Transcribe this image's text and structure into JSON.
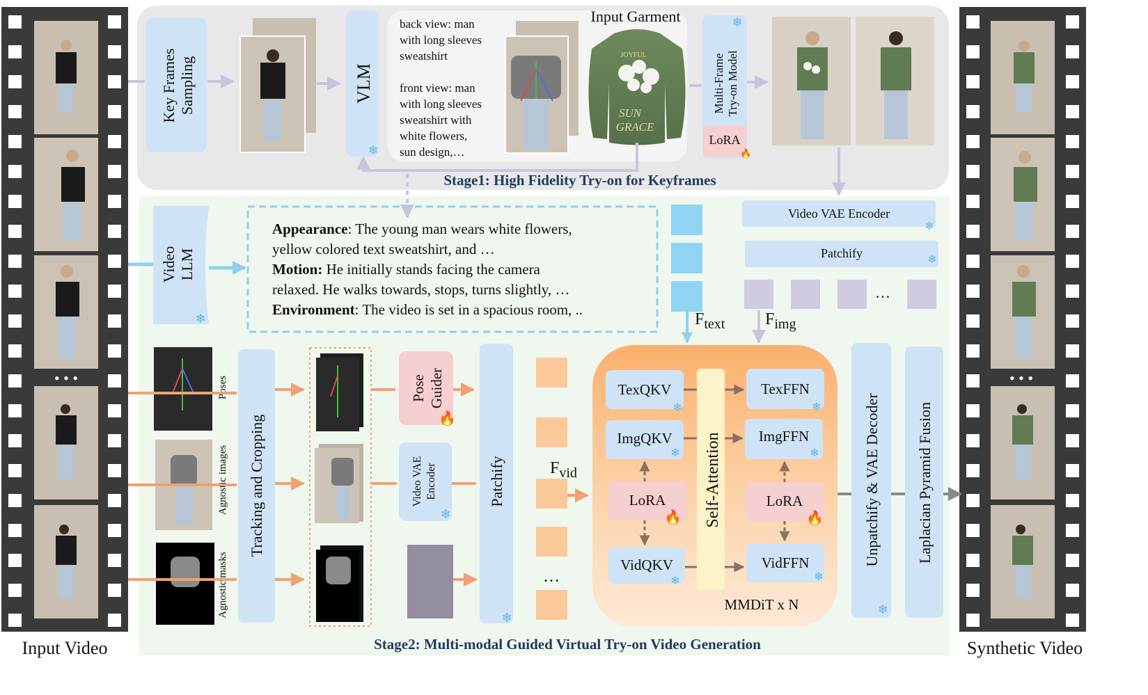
{
  "film": {
    "left_caption": "Input Video",
    "right_caption": "Synthetic Video",
    "ellipsis": "• • •"
  },
  "stage1": {
    "title": "Stage1: High Fidelity Try-on for Keyframes",
    "key_frames_sampling": "Key Frames Sampling",
    "vlm": "VLM",
    "vlm_text": [
      "back view: man",
      "with long sleeves",
      "sweatshirt",
      "",
      "front view:  man",
      "with long sleeves",
      "sweatshirt with",
      "white flowers,",
      "sun design,…"
    ],
    "input_garment": "Input Garment",
    "garment_print": [
      "JOYFUL",
      "SUN",
      "GRACE"
    ],
    "multi_frame": [
      "Multi-Frame",
      "Try-on Model"
    ],
    "lora": "LoRA"
  },
  "stage2": {
    "title": "Stage2: Multi-modal Guided Virtual Try-on Video Generation",
    "video_llm": [
      "Video",
      "LLM"
    ],
    "caption": {
      "appearance_label": "Appearance",
      "appearance_text1": ": The young man wears white flowers,",
      "appearance_text2": "yellow colored text sweatshirt, and …",
      "motion_label": "Motion:",
      "motion_text1": " He initially stands facing the camera",
      "motion_text2": "relaxed. He walks towards, stops, turns slightly, …",
      "environment_label": "Environment",
      "environment_text": ":  The video is set in a spacious room, .."
    },
    "video_vae_encoder": "Video VAE Encoder",
    "patchify": "Patchify",
    "ellipsis": "…",
    "vertical_dots": "⋮",
    "poses": "Poses",
    "agnostic_images": "Agnostic images",
    "agnostic_masks": "Agnostic  masks",
    "tracking": "Tracking and Cropping",
    "pose_guider": [
      "Pose",
      "Guider"
    ],
    "vae_encoder_small": [
      "Video VAE",
      "Encoder"
    ],
    "patchify_vertical": "Patchify",
    "f_text": "F",
    "f_text_sub": "text",
    "f_img": "F",
    "f_img_sub": "img",
    "f_vid": "F",
    "f_vid_sub": "vid",
    "mmdit": {
      "texqkv": "TexQKV",
      "imgqkv": "ImgQKV",
      "vidqkv": "VidQKV",
      "texffn": "TexFFN",
      "imgffn": "ImgFFN",
      "vidffn": "VidFFN",
      "lora": "LoRA",
      "self_attention": "Self-Attention",
      "label": "MMDiT   x N"
    },
    "unpatchify": "Unpatchify  & VAE Decoder",
    "laplacian": "Laplacian Pyramid  Fusion"
  },
  "colors": {
    "film": "#3a3a3a",
    "blue_box": "#cfe3f7",
    "orange_token": "#fbc89a",
    "purple_token": "#cfcbe0",
    "lora": "#f6cfd0",
    "stage1_bg": "#e8e8e8",
    "stage2_bg": "#f0f7ee",
    "title_blue": "#1f3a5f",
    "orange_arrow": "#f0a073"
  }
}
